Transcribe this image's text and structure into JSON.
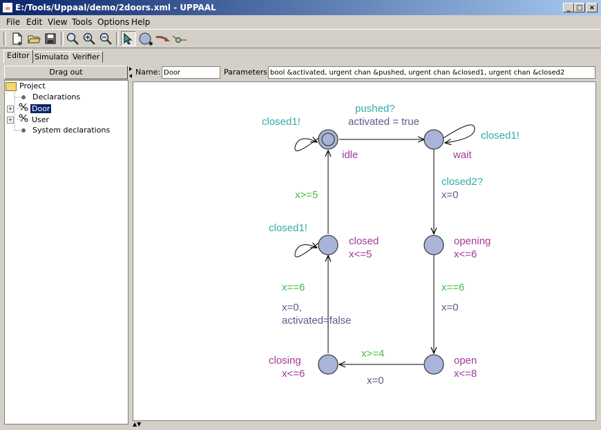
{
  "window": {
    "title": "E:/Tools/Uppaal/demo/2doors.xml - UPPAAL",
    "buttons": {
      "minimize": "_",
      "maximize": "□",
      "close": "×"
    },
    "app_icon": "java-cup-icon"
  },
  "menu": {
    "items": [
      "File",
      "Edit",
      "View",
      "Tools",
      "Options",
      "Help"
    ]
  },
  "toolbar": {
    "icons": [
      "new-file-icon",
      "open-folder-icon",
      "save-icon",
      "zoom-icon",
      "zoom-in-icon",
      "zoom-out-icon",
      "select-arrow-icon",
      "add-location-icon",
      "add-edge-icon",
      "add-nail-icon"
    ]
  },
  "tabs": [
    {
      "label": "Editor",
      "active": true
    },
    {
      "label": "Simulator",
      "active": false
    },
    {
      "label": "Verifier",
      "active": false
    }
  ],
  "left_panel": {
    "drag_out": "Drag out",
    "tree": [
      {
        "label": "Project",
        "icon": "folder-icon",
        "level": 0
      },
      {
        "label": "Declarations",
        "icon": "bullet-icon",
        "level": 1
      },
      {
        "label": "Door",
        "icon": "template-icon",
        "level": 1,
        "expandable": true,
        "selected": true
      },
      {
        "label": "User",
        "icon": "template-icon",
        "level": 1,
        "expandable": true
      },
      {
        "label": "System declarations",
        "icon": "bullet-icon",
        "level": 1
      }
    ]
  },
  "editor": {
    "name_label": "Name:",
    "name_value": "Door",
    "params_label": "Parameters:",
    "params_value": "bool &activated, urgent chan &pushed, urgent chan &closed1, urgent chan &closed2"
  },
  "colors": {
    "location_fill": "#a8b4d8",
    "location_stroke": "#404040",
    "name": "#a0399a",
    "invariant": "#a0399a",
    "sync": "#33aaaa",
    "guard": "#44bb44",
    "assign": "#5a5a8a"
  },
  "automaton": {
    "locations": [
      {
        "id": "idle",
        "name": "idle",
        "initial": true
      },
      {
        "id": "wait",
        "name": "wait"
      },
      {
        "id": "opening",
        "name": "opening",
        "invariant": "x<=6"
      },
      {
        "id": "open",
        "name": "open",
        "invariant": "x<=8"
      },
      {
        "id": "closing",
        "name": "closing",
        "invariant": "x<=6"
      },
      {
        "id": "closed",
        "name": "closed",
        "invariant": "x<=5"
      }
    ],
    "edges": [
      {
        "from": "idle",
        "to": "wait",
        "sync": "pushed?",
        "assign": "activated = true"
      },
      {
        "from": "wait",
        "to": "opening",
        "sync": "closed2?",
        "assign": "x=0"
      },
      {
        "from": "opening",
        "to": "open",
        "guard": "x==6",
        "assign": "x=0"
      },
      {
        "from": "open",
        "to": "closing",
        "guard": "x>=4",
        "assign": "x=0"
      },
      {
        "from": "closing",
        "to": "closed",
        "guard": "x==6",
        "assign": "x=0,",
        "assign2": "activated=false"
      },
      {
        "from": "closed",
        "to": "idle",
        "guard": "x>=5"
      },
      {
        "from": "idle",
        "to": "idle",
        "sync": "closed1!"
      },
      {
        "from": "wait",
        "to": "wait",
        "sync": "closed1!"
      },
      {
        "from": "closed",
        "to": "closed",
        "sync": "closed1!"
      }
    ]
  }
}
